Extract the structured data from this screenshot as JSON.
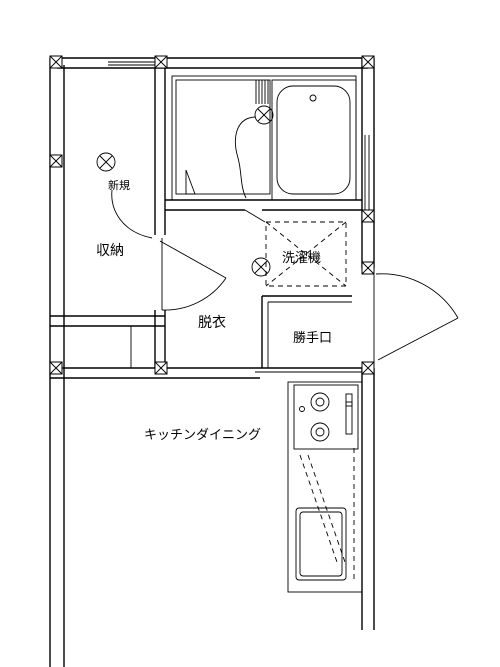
{
  "rooms": {
    "storage": "収納",
    "dressing": "脱衣",
    "washer": "洗濯機",
    "service_entrance": "勝手口",
    "kitchen_dining": "キッチンダイニング"
  },
  "fixtures": {
    "new_light": "新規"
  }
}
